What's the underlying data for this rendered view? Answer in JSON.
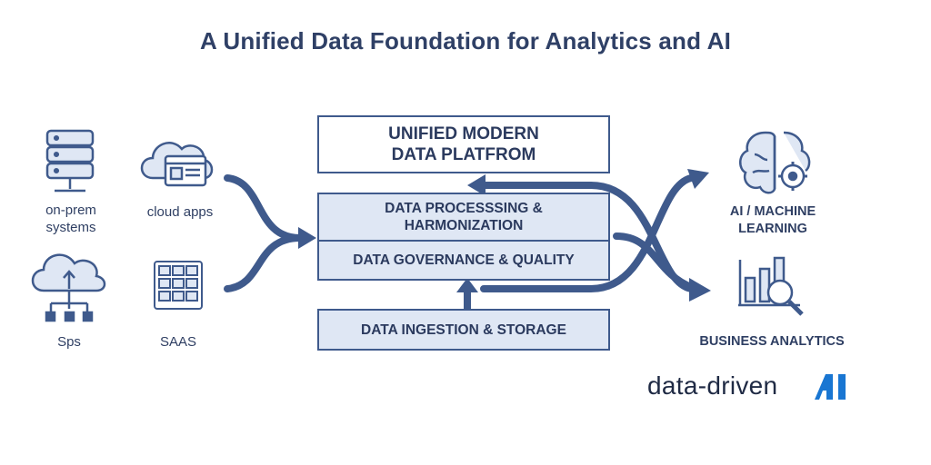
{
  "title": "A Unified Data Foundation for Analytics and AI",
  "sources": {
    "on_prem": "on-prem systems",
    "cloud_apps": "cloud apps",
    "sps": "Sps",
    "saas": "SAAS"
  },
  "platform": {
    "title_line1": "UNIFIED MODERN",
    "title_line2": "DATA PLATFROM",
    "processing_line1": "DATA PROCESSSING &",
    "processing_line2": "HARMONIZATION",
    "governance": "DATA GOVERNANCE & QUALITY",
    "ingestion": "DATA INGESTION & STORAGE"
  },
  "outputs": {
    "ai_line1": "AI / MACHINE",
    "ai_line2": "LEARNING",
    "business": "BUSINESS ANALYTICS"
  },
  "brand": {
    "text": "data-driven",
    "mark": "AI",
    "mark_color": "#1976d2"
  },
  "colors": {
    "primary": "#3f5a8c",
    "icon_fill": "#dfe7f4",
    "layer_fill": "#dfe7f4"
  }
}
